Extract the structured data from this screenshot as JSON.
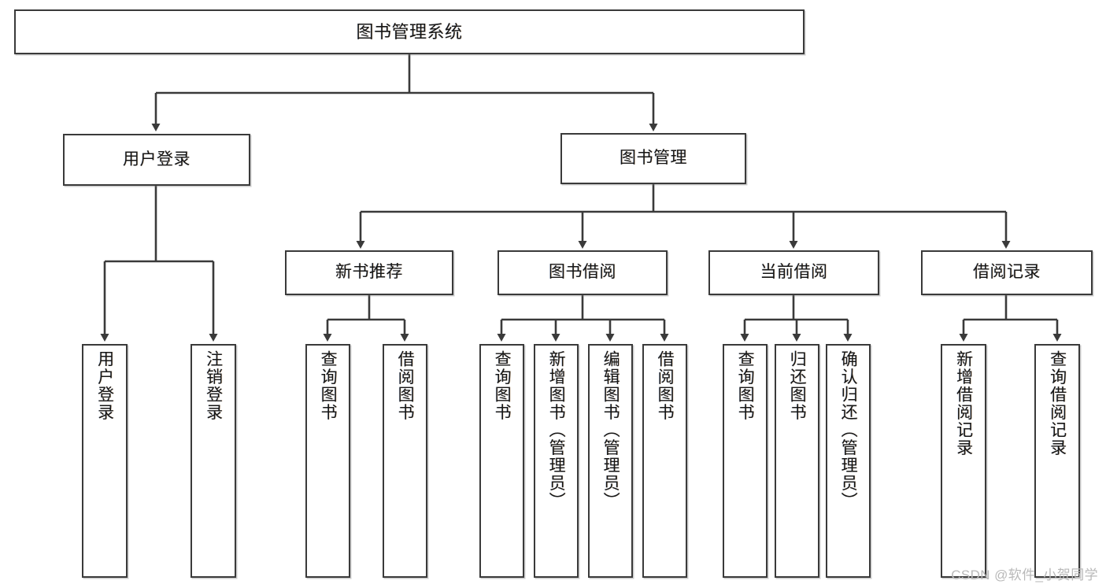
{
  "diagram": {
    "type": "tree-hierarchy-chart",
    "title": "图书管理系统",
    "stroke_color": "#3a3a3a",
    "fill_color": "#ffffff",
    "text_color": "#161616",
    "watermark": "CSDN @软件_小贺同学",
    "nodes": {
      "root": {
        "label": "图书管理系统"
      },
      "level2": [
        {
          "id": "user-login",
          "label": "用户登录"
        },
        {
          "id": "book-management",
          "label": "图书管理"
        }
      ],
      "level3": [
        {
          "id": "new-book-recommend",
          "label": "新书推荐"
        },
        {
          "id": "book-borrow",
          "label": "图书借阅"
        },
        {
          "id": "current-borrow",
          "label": "当前借阅"
        },
        {
          "id": "borrow-record",
          "label": "借阅记录"
        }
      ],
      "leaves": [
        {
          "id": "leaf-user-login",
          "parent": "user-login",
          "label": "用户登录"
        },
        {
          "id": "leaf-logout-login",
          "parent": "user-login",
          "label": "注销登录"
        },
        {
          "id": "leaf-query-book-1",
          "parent": "new-book-recommend",
          "label": "查询图书"
        },
        {
          "id": "leaf-borrow-book-1",
          "parent": "new-book-recommend",
          "label": "借阅图书"
        },
        {
          "id": "leaf-query-book-2",
          "parent": "book-borrow",
          "label": "查询图书"
        },
        {
          "id": "leaf-add-book",
          "parent": "book-borrow",
          "label": "新增图书（管理员）"
        },
        {
          "id": "leaf-edit-book",
          "parent": "book-borrow",
          "label": "编辑图书（管理员）"
        },
        {
          "id": "leaf-borrow-book-2",
          "parent": "book-borrow",
          "label": "借阅图书"
        },
        {
          "id": "leaf-query-book-3",
          "parent": "current-borrow",
          "label": "查询图书"
        },
        {
          "id": "leaf-return-book",
          "parent": "current-borrow",
          "label": "归还图书"
        },
        {
          "id": "leaf-confirm-return",
          "parent": "current-borrow",
          "label": "确认归还（管理员）"
        },
        {
          "id": "leaf-add-record",
          "parent": "borrow-record",
          "label": "新增借阅记录"
        },
        {
          "id": "leaf-query-record",
          "parent": "borrow-record",
          "label": "查询借阅记录"
        }
      ]
    }
  }
}
